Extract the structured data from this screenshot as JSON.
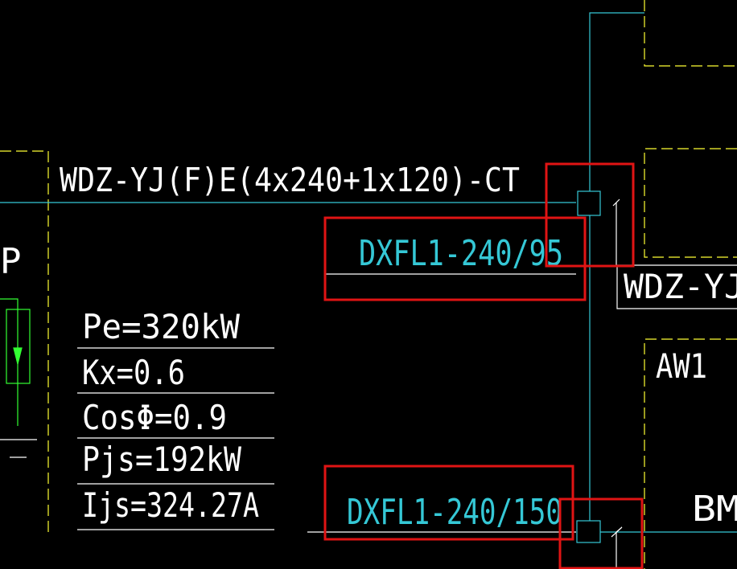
{
  "colors": {
    "background": "#000000",
    "text": "#ffffff",
    "wire": "#35c8d6",
    "frame": "#ffff33",
    "highlight": "#e01414",
    "ground": "#33ff33"
  },
  "labels": {
    "main_cable": "WDZ-YJ(F)E(4x240+1x120)-CT",
    "branch_top": "DXFL1-240/95",
    "branch_bottom": "DXFL1-240/150",
    "right_cable": "WDZ-YJ",
    "panel_left": "P",
    "panel_aw1": "AW1",
    "panel_bm": "BM"
  },
  "load_table": [
    {
      "text": "Pe=320kW"
    },
    {
      "text": "Kx=0.6"
    },
    {
      "text": "CosΦ=0.9"
    },
    {
      "text": "Pjs=192kW"
    },
    {
      "text": "Ijs=324.27A"
    }
  ],
  "icons": {
    "junction": "square-junction-icon",
    "ground": "ground-icon",
    "arrow": "down-arrow-icon"
  }
}
